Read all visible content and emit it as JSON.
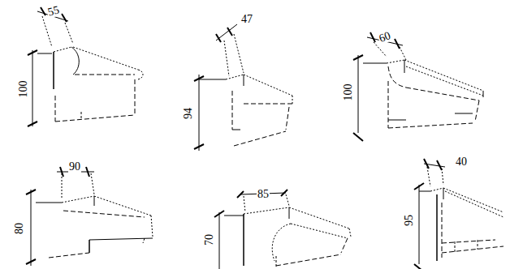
{
  "diagram": {
    "labels": [
      "55",
      "100",
      "47",
      "94",
      "60",
      "100",
      "90",
      "80",
      "85",
      "70",
      "40",
      "95"
    ]
  }
}
